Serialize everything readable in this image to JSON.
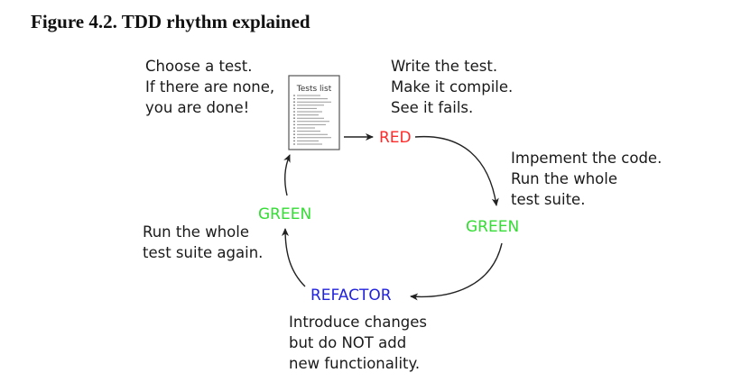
{
  "figure": {
    "title": "Figure 4.2. TDD rhythm explained"
  },
  "diagram": {
    "tests_list": {
      "title": "Tests list"
    },
    "stages": {
      "red": "RED",
      "green_top": "GREEN",
      "green_left": "GREEN",
      "refactor": "REFACTOR"
    },
    "notes": {
      "choose": [
        "Choose a test.",
        "If there are none,",
        "you are done!"
      ],
      "write": [
        "Write the test.",
        "Make it compile.",
        "See it fails."
      ],
      "implement": [
        "Impement the code.",
        "Run the whole",
        "test suite."
      ],
      "run_again": [
        "Run the whole",
        "test suite again."
      ],
      "introduce": [
        "Introduce changes",
        "but do NOT add",
        "new functionality."
      ]
    },
    "colors": {
      "red": "#ff2a2a",
      "green": "#33dd33",
      "blue": "#2222dd",
      "text": "#1a1a1a",
      "arrow": "#222222"
    }
  }
}
